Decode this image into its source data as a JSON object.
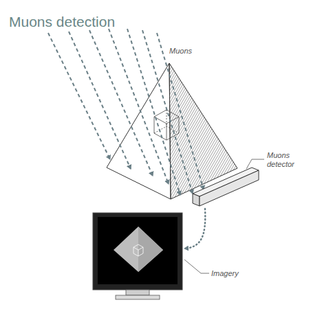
{
  "diagram": {
    "title": "Muons detection",
    "labels": [
      "Muons",
      "Muons detector",
      "Imagery"
    ]
  }
}
